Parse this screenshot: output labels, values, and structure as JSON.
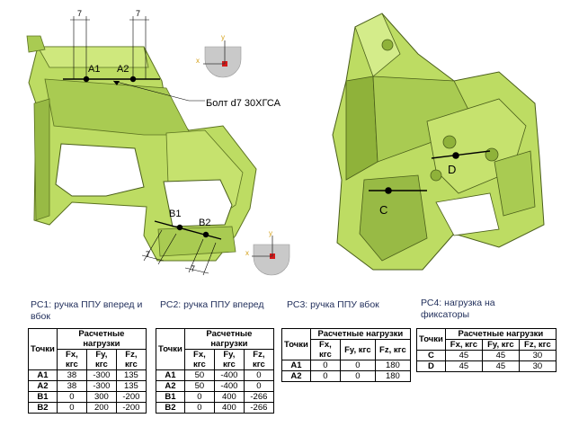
{
  "left_figure": {
    "dim_a1": "7",
    "dim_a2": "7",
    "dim_b1": "7",
    "dim_b2": "7",
    "point_a1": "A1",
    "point_a2": "A2",
    "point_b1": "B1",
    "point_b2": "B2",
    "bolt_label": "Болт d7 30ХГСА",
    "axis_y_top": "y",
    "axis_x_top": "x",
    "axis_y_bottom": "y",
    "axis_x_bottom": "x"
  },
  "right_figure": {
    "point_c": "C",
    "point_d": "D"
  },
  "load_cases": [
    {
      "caption": "РС1: ручка ППУ вперед и вбок",
      "header_points": "Точки",
      "header_group": "Расчетные нагрузки",
      "columns": [
        "Fx, кгс",
        "Fy, кгс",
        "Fz, кгс"
      ],
      "rows": [
        {
          "point": "A1",
          "values": [
            "38",
            "-300",
            "135"
          ]
        },
        {
          "point": "A2",
          "values": [
            "38",
            "-300",
            "135"
          ]
        },
        {
          "point": "B1",
          "values": [
            "0",
            "300",
            "-200"
          ]
        },
        {
          "point": "B2",
          "values": [
            "0",
            "200",
            "-200"
          ]
        }
      ]
    },
    {
      "caption": "РС2: ручка ППУ вперед",
      "header_points": "Точки",
      "header_group": "Расчетные нагрузки",
      "columns": [
        "Fx, кгс",
        "Fy, кгс",
        "Fz, кгс"
      ],
      "rows": [
        {
          "point": "A1",
          "values": [
            "50",
            "-400",
            "0"
          ]
        },
        {
          "point": "A2",
          "values": [
            "50",
            "-400",
            "0"
          ]
        },
        {
          "point": "B1",
          "values": [
            "0",
            "400",
            "-266"
          ]
        },
        {
          "point": "B2",
          "values": [
            "0",
            "400",
            "-266"
          ]
        }
      ]
    },
    {
      "caption": "РС3: ручка ППУ вбок",
      "header_points": "Точки",
      "header_group": "Расчетные нагрузки",
      "columns": [
        "Fx, кгс",
        "Fy, кгс",
        "Fz, кгс"
      ],
      "rows": [
        {
          "point": "A1",
          "values": [
            "0",
            "0",
            "180"
          ]
        },
        {
          "point": "A2",
          "values": [
            "0",
            "0",
            "180"
          ]
        }
      ]
    },
    {
      "caption": "РС4: нагрузка на фиксаторы",
      "header_points": "Точки",
      "header_group": "Расчетные нагрузки",
      "columns": [
        "Fx, кгс",
        "Fy, кгс",
        "Fz, кгс"
      ],
      "rows": [
        {
          "point": "C",
          "values": [
            "45",
            "45",
            "30"
          ]
        },
        {
          "point": "D",
          "values": [
            "45",
            "45",
            "30"
          ]
        }
      ]
    }
  ],
  "colors": {
    "part_fill": "#bddc63",
    "part_dark": "#8fb23a",
    "part_edge": "#4a5e1a",
    "caption": "#1f2d5a"
  }
}
